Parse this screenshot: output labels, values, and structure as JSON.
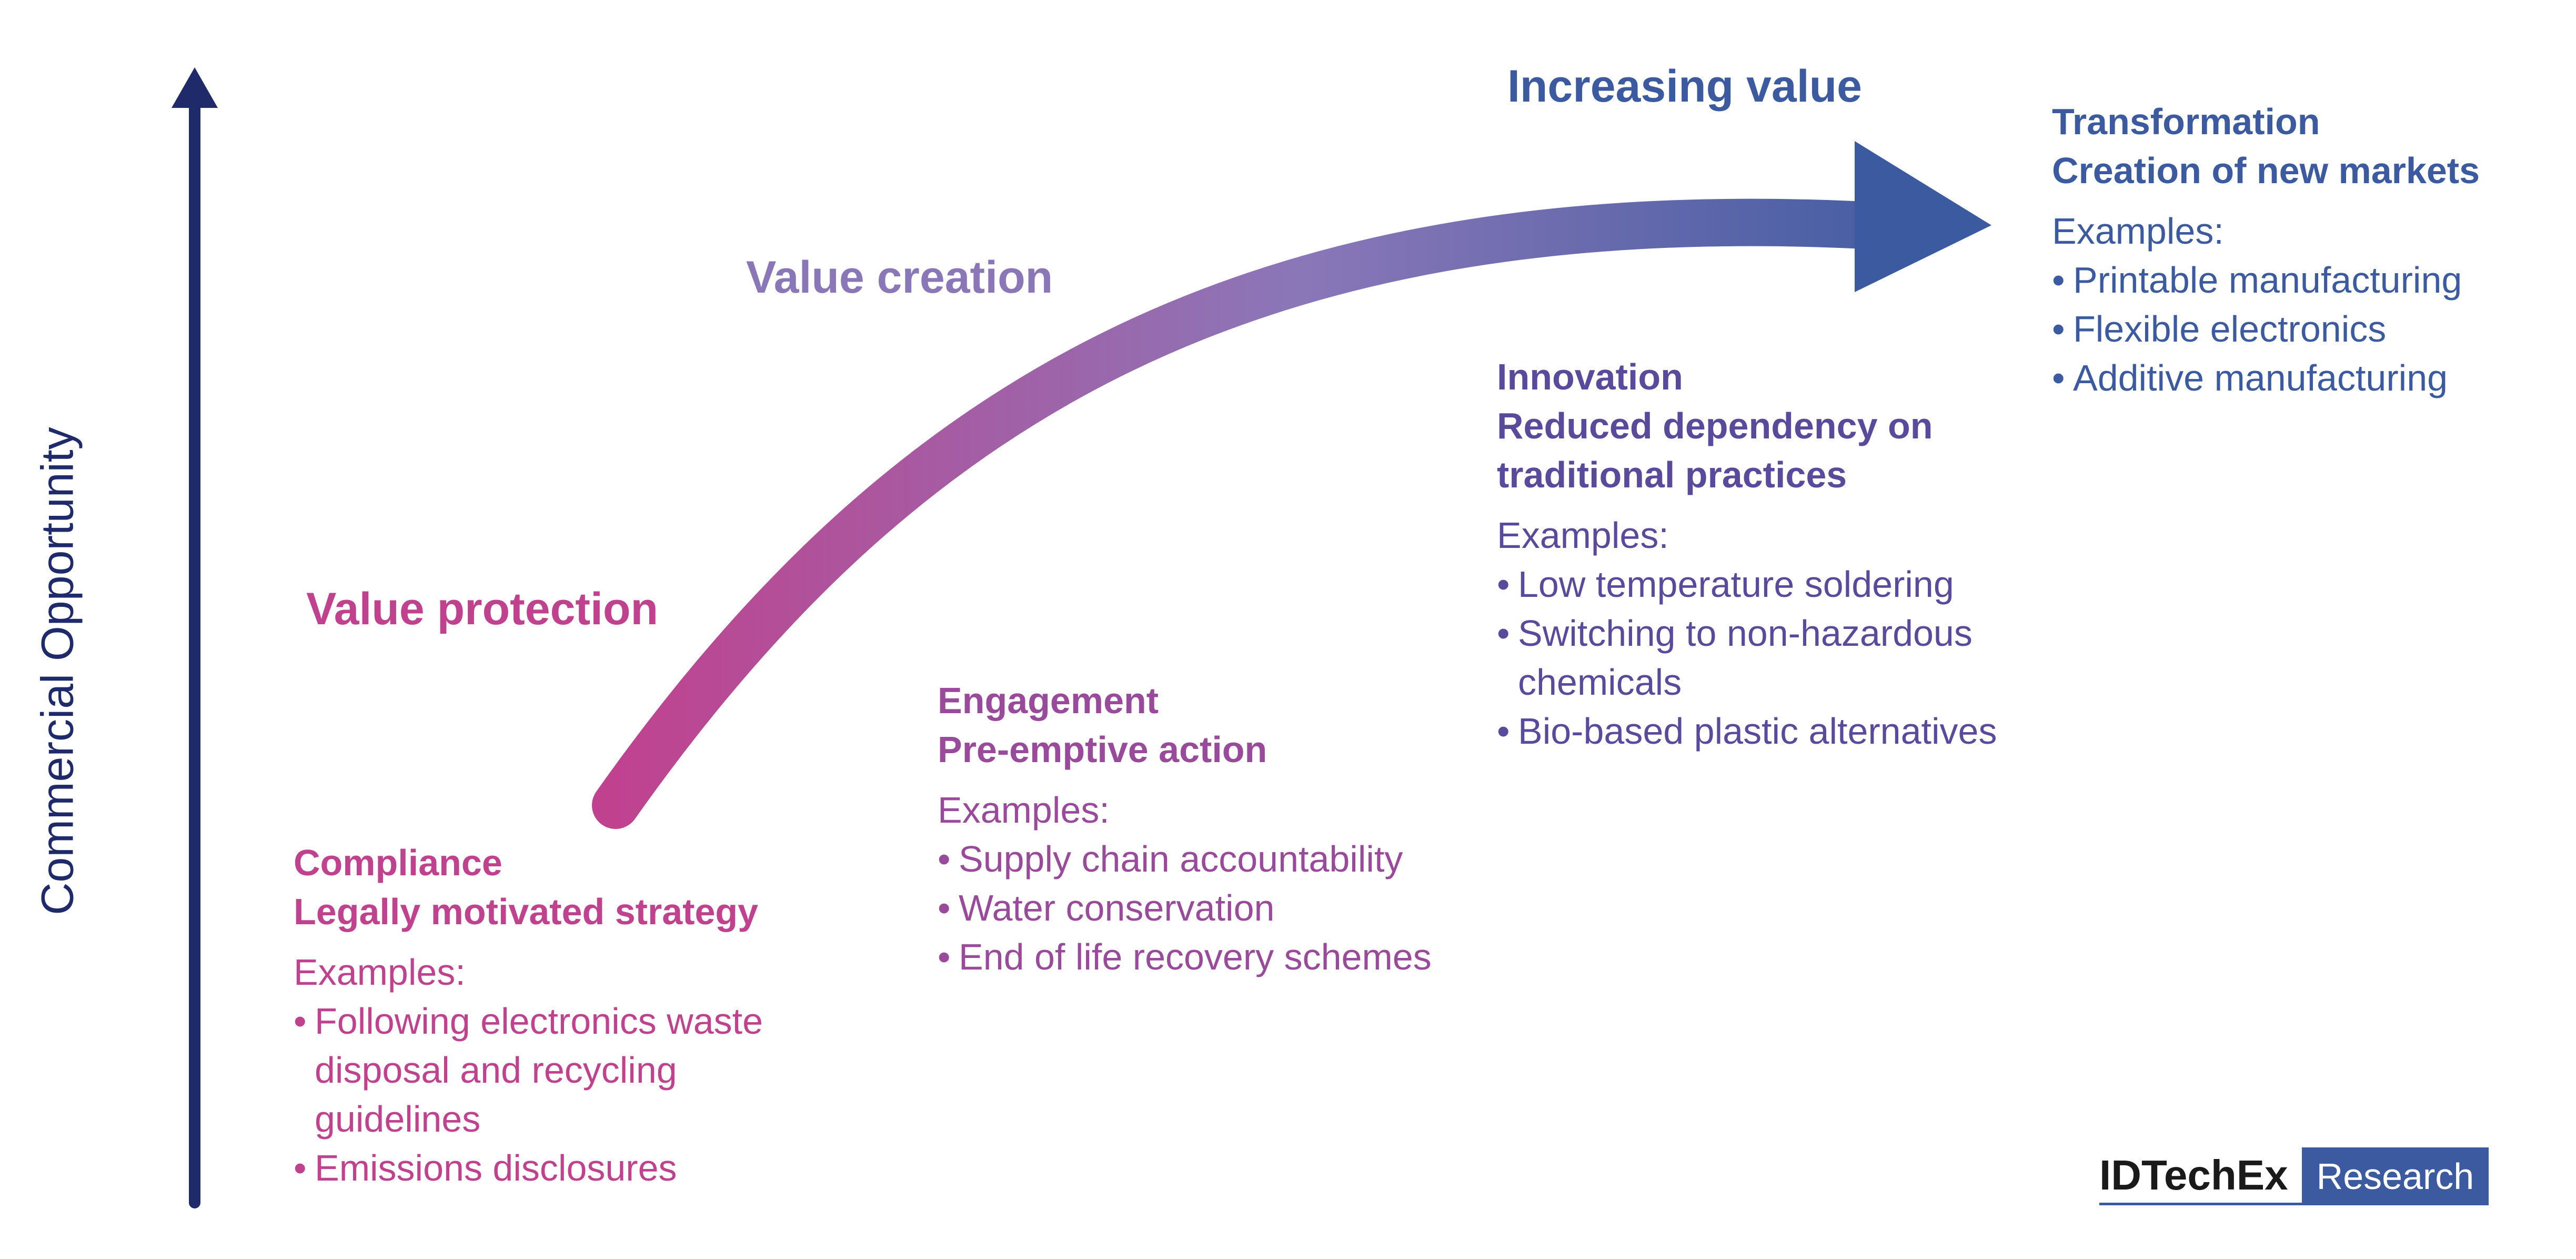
{
  "axis": {
    "label": "Commercial Opportunity"
  },
  "arrow": {
    "label": "Increasing value",
    "gradient": [
      "#c0428f",
      "#8a77b8",
      "#3b5aa0"
    ]
  },
  "stages": {
    "protection": "Value protection",
    "creation": "Value creation"
  },
  "blocks": {
    "compliance": {
      "title": "Compliance",
      "subtitle": "Legally motivated strategy",
      "examples_label": "Examples:",
      "items": [
        "Following electronics waste\ndisposal and recycling\nguidelines",
        "Emissions disclosures"
      ]
    },
    "engagement": {
      "title": "Engagement",
      "subtitle": "Pre-emptive action",
      "examples_label": "Examples:",
      "items": [
        "Supply chain accountability",
        "Water conservation",
        "End of life recovery schemes"
      ]
    },
    "innovation": {
      "title": "Innovation",
      "subtitle": "Reduced dependency on\ntraditional practices",
      "examples_label": "Examples:",
      "items": [
        "Low temperature soldering",
        "Switching to non-hazardous\nchemicals",
        "Bio-based plastic alternatives"
      ]
    },
    "transformation": {
      "title": "Transformation",
      "subtitle": "Creation of new markets",
      "examples_label": "Examples:",
      "items": [
        "Printable manufacturing",
        "Flexible electronics",
        "Additive manufacturing"
      ]
    }
  },
  "bullet_char": "•",
  "logo": {
    "brand": "IDTechEx",
    "tag": "Research"
  },
  "colors": {
    "axis": "#1f2a6b",
    "pink": "#c0428f",
    "mauve": "#9a4a9a",
    "violet": "#8a77b8",
    "indigo": "#5a4a9c",
    "blue": "#3b5aa0"
  }
}
